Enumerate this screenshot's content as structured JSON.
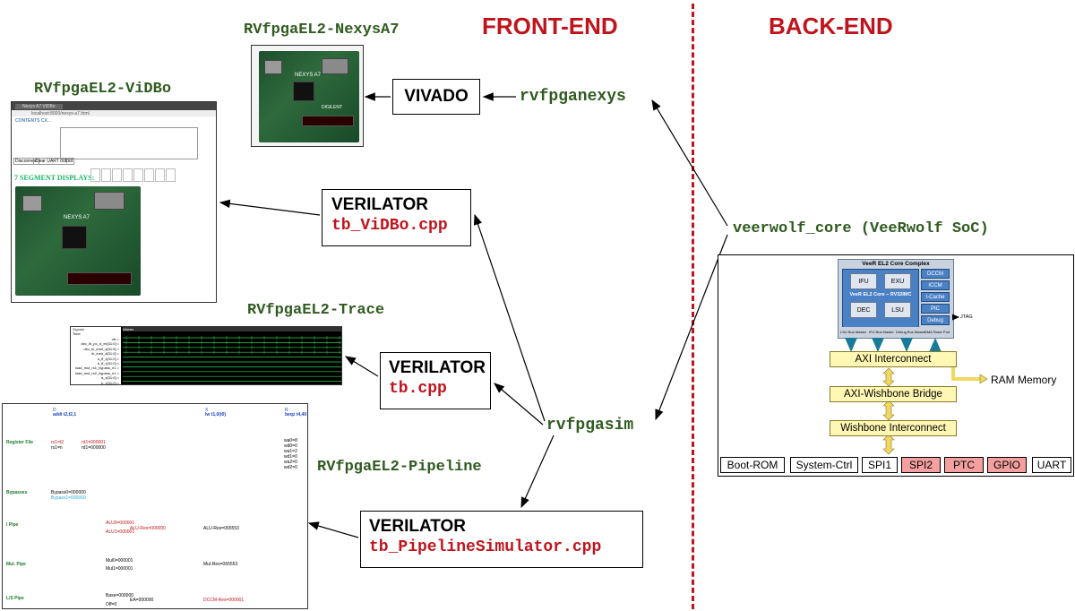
{
  "headers": {
    "front": "FRONT-END",
    "back": "BACK-END"
  },
  "targets": {
    "nexys": "RVfpgaEL2-NexysA7",
    "vidbo": "RVfpgaEL2-ViDBo",
    "trace": "RVfpgaEL2-Trace",
    "pipeline": "RVfpgaEL2-Pipeline"
  },
  "tools": {
    "vivado": "VIVADO",
    "verilator_vidbo": {
      "title": "VERILATOR",
      "file": "tb_ViDBo.cpp"
    },
    "verilator_trace": {
      "title": "VERILATOR",
      "file": "tb.cpp"
    },
    "verilator_pipeline": {
      "title": "VERILATOR",
      "file": "tb_PipelineSimulator.cpp"
    }
  },
  "nodes": {
    "nexys": "rvfpganexys",
    "sim": "rvfpgasim",
    "core": "veerwolf_core (VeeRwolf SoC)"
  },
  "soc": {
    "core_complex": "VeeR EL2 Core Complex",
    "core_label": "VeeR EL2 Core – RV32IMC",
    "units": [
      "IFU",
      "EXU",
      "DEC",
      "LSU"
    ],
    "side": [
      "DCCM",
      "ICCM",
      "I-Cache",
      "PIC",
      "Debug"
    ],
    "jtag": "JTAG",
    "masters": [
      "LSU Bus Master",
      "IFU Bus Master",
      "Debug Bus Master",
      "DMA Slave Port"
    ],
    "axi": "AXI Interconnect",
    "bridge": "AXI-Wishbone Bridge",
    "wishbone": "Wishbone Interconnect",
    "ram": "RAM Memory",
    "periph": [
      "Boot-ROM",
      "System-Ctrl",
      "SPI1",
      "SPI2",
      "PTC",
      "GPIO",
      "UART"
    ],
    "colors": {
      "highlight": "#f4a0a0",
      "normal": "#ffffff",
      "bus": "#fff7b3",
      "core_bg": "#c9d3df",
      "unit": "#4a80c4"
    }
  },
  "vidbo_screen": {
    "tab": "Nexys A7 ViDBo",
    "url": "localhost:8000/nexys-a7.html",
    "contents": "CONTENTS CX...",
    "disconnect": "Disconnect",
    "clear": "Clear UART output",
    "seg_label": "7 SEGMENT DISPLAYS:",
    "board_label": "NEXYS A7"
  },
  "nexys_board": {
    "label": "NEXYS A7",
    "brand": "DIGILENT"
  },
  "trace_screen": {
    "signals_header": "Signals",
    "waves_header": "Waves",
    "time": "Time",
    "signals": [
      "clk =",
      "dec_ib_pc_d_ex[31:0] =",
      "dec_ib_instr_d[31:0] =",
      "ib_instr_d[31:0] =",
      "a_ff_x[31:0] =",
      "b_ff_x[31:0] =",
      "load_mul_rs1_bypass_e1 =",
      "load_mul_rs2_bypass_e1 =",
      "a_x[31:0] =",
      "b_x[31:0] ="
    ]
  },
  "pipeline_screen": {
    "cols": [
      "D",
      "X",
      "R"
    ],
    "col_vals": [
      "addi t2,t2,1",
      "lw t1,0(t0)",
      "beqz t4,40"
    ],
    "rows": [
      "Register File",
      "Bypasses",
      "I Pipe",
      "Mul. Pipe",
      "L/S Pipe"
    ],
    "reg_vals": [
      "rs1=t2",
      "rs1=n",
      "rd1=000001",
      "rd1=000000",
      "wa0=8",
      "wd0=0",
      "wa1=2",
      "wd1=0",
      "wa2=0",
      "wd2=0"
    ],
    "bypass_vals": [
      "Bypass0=000000",
      "Bypass1=000000"
    ],
    "ipipe_vals": [
      "ALU0=000001",
      "ALU1=000001",
      "ALU-Res=000000",
      "ALU-Res=065553"
    ],
    "mul_vals": [
      "Mul0=000001",
      "Mul1=000001",
      "Mul-Res=065553"
    ],
    "ls_vals": [
      "Base=000000",
      "Off=0",
      "EA=000000",
      "DCCM-Res=000001"
    ]
  }
}
